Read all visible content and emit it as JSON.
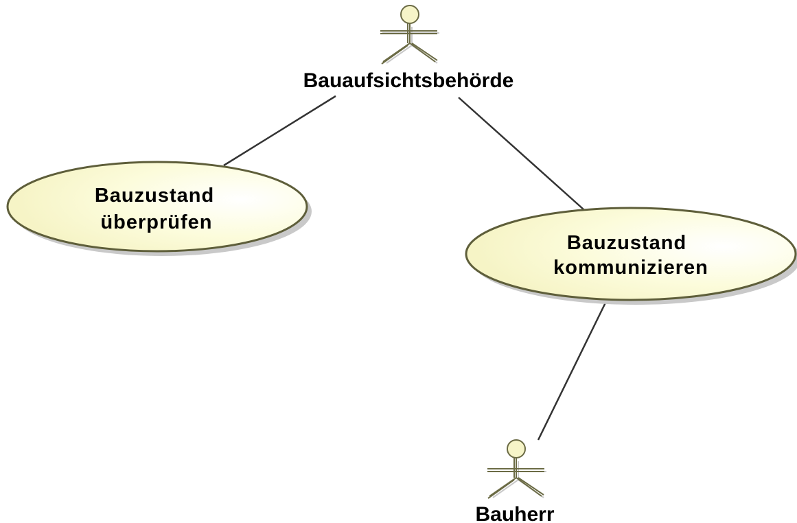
{
  "actors": {
    "authority": {
      "name": "Bauaufsichtsbehörde"
    },
    "owner": {
      "name": "Bauherr"
    }
  },
  "use_cases": {
    "inspect": {
      "line1": "Bauzustand",
      "line2": "überprüfen"
    },
    "communicate": {
      "line1": "Bauzustand",
      "line2": "kommunizieren"
    }
  },
  "colors": {
    "usecase_fill": "#fbfbd3",
    "usecase_fill_highlight": "#ffffff",
    "usecase_stroke": "#5e5e3a",
    "actor_head_fill": "#f6f4c8",
    "actor_stroke": "#6b6b45",
    "shadow": "#c8c8c8",
    "association_line": "#333333"
  }
}
